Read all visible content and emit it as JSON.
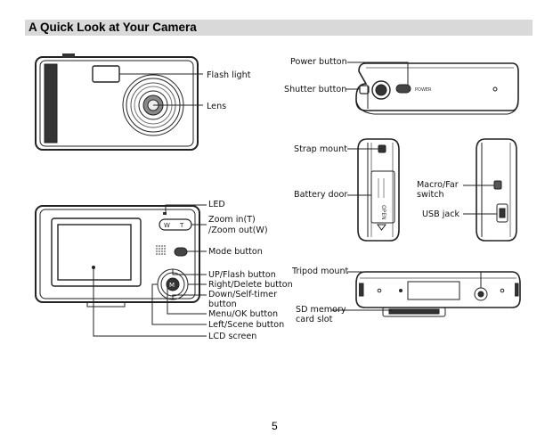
{
  "section_title": "A Quick Look at Your Camera",
  "page_number": "5",
  "front": {
    "flash_label": "Flash light",
    "lens_label": "Lens"
  },
  "back": {
    "led": "LED",
    "zoom_line1": "Zoom in(T)",
    "zoom_line2": "/Zoom out(W)",
    "mode": "Mode button",
    "up": "UP/Flash button",
    "right": "Right/Delete button",
    "down_line1": "Down/Self-timer",
    "down_line2": "button",
    "menu": "Menu/OK button",
    "left": "Left/Scene button",
    "lcd": "LCD screen",
    "btn_w": "W",
    "btn_t": "T",
    "btn_m": "M"
  },
  "top": {
    "power": "Power button",
    "shutter": "Shutter button",
    "power_engraving": "POWER"
  },
  "side_left": {
    "strap": "Strap mount",
    "battery": "Battery door",
    "open_engraving": "OPEN"
  },
  "side_right": {
    "macro_line1": "Macro/Far",
    "macro_line2": "switch",
    "usb": "USB jack"
  },
  "bottom": {
    "tripod": "Tripod mount",
    "sd_line1": "SD memory",
    "sd_line2": "card slot"
  }
}
